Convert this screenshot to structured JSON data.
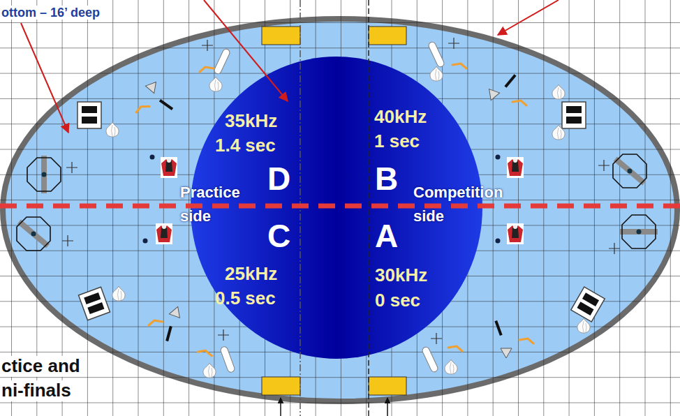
{
  "diagram": {
    "nodes": [
      {
        "text": [
          "35kHz",
          "1.4 sec",
          "D",
          "40kHz",
          "1 sec",
          "B",
          "Practice side",
          "Competition side",
          "C",
          "A",
          "25kHz",
          "0.5 sec",
          "30kHz",
          "0 sec"
        ]
      }
    ],
    "labels": [
      "ottom – 16’ deep",
      "ctice and",
      "ni-finals"
    ]
  }
}
